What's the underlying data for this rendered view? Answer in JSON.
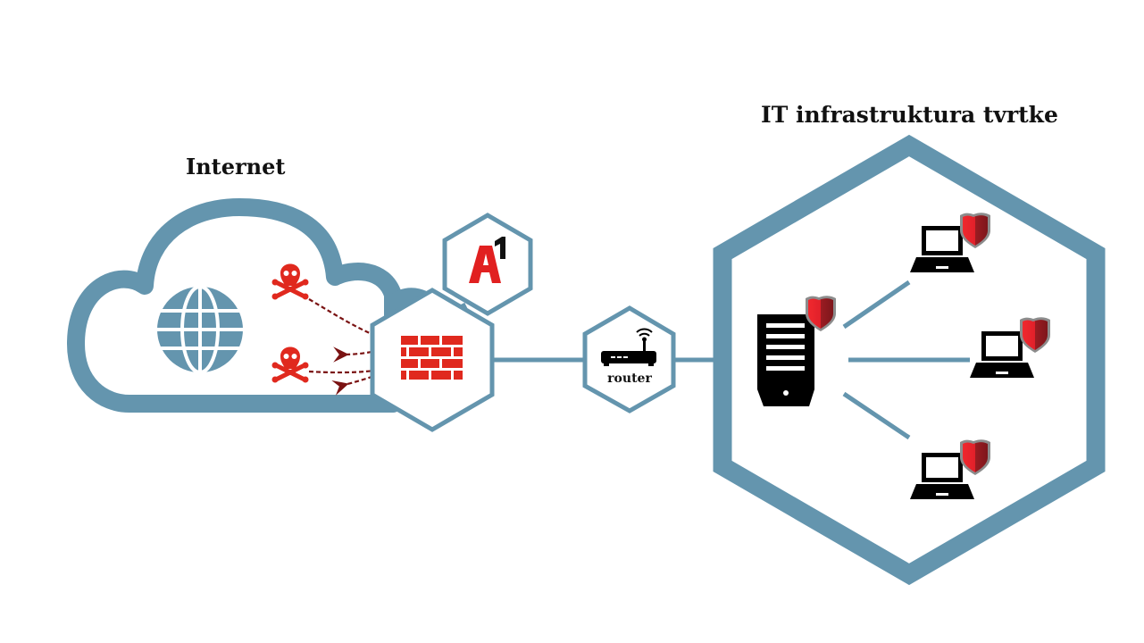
{
  "internet": {
    "title": "Internet"
  },
  "company": {
    "title": "IT infrastruktura tvrtke"
  },
  "router": {
    "label": "router"
  },
  "brand": {
    "logo_text_a": "A",
    "logo_text_1": "1"
  },
  "colors": {
    "frame": "#6495ae",
    "threat": "#e0291e",
    "threat_arrow": "#7a1212",
    "shield_light": "#e8232a",
    "shield_dark": "#8e1a1f",
    "shield_rim": "#8c8c8c",
    "device": "#000000"
  },
  "nodes": [
    {
      "id": "internet-cloud",
      "type": "cloud",
      "contains": [
        "globe",
        "threat-1",
        "threat-2"
      ]
    },
    {
      "id": "firewall",
      "type": "firewall"
    },
    {
      "id": "a1-provider",
      "type": "logo"
    },
    {
      "id": "router",
      "type": "router"
    },
    {
      "id": "company-network",
      "type": "hexagon-zone",
      "contains": [
        "server",
        "laptop-1",
        "laptop-2",
        "laptop-3"
      ]
    }
  ],
  "devices": [
    {
      "id": "server",
      "type": "server",
      "protected": true
    },
    {
      "id": "laptop-1",
      "type": "laptop",
      "protected": true
    },
    {
      "id": "laptop-2",
      "type": "laptop",
      "protected": true
    },
    {
      "id": "laptop-3",
      "type": "laptop",
      "protected": true
    }
  ]
}
